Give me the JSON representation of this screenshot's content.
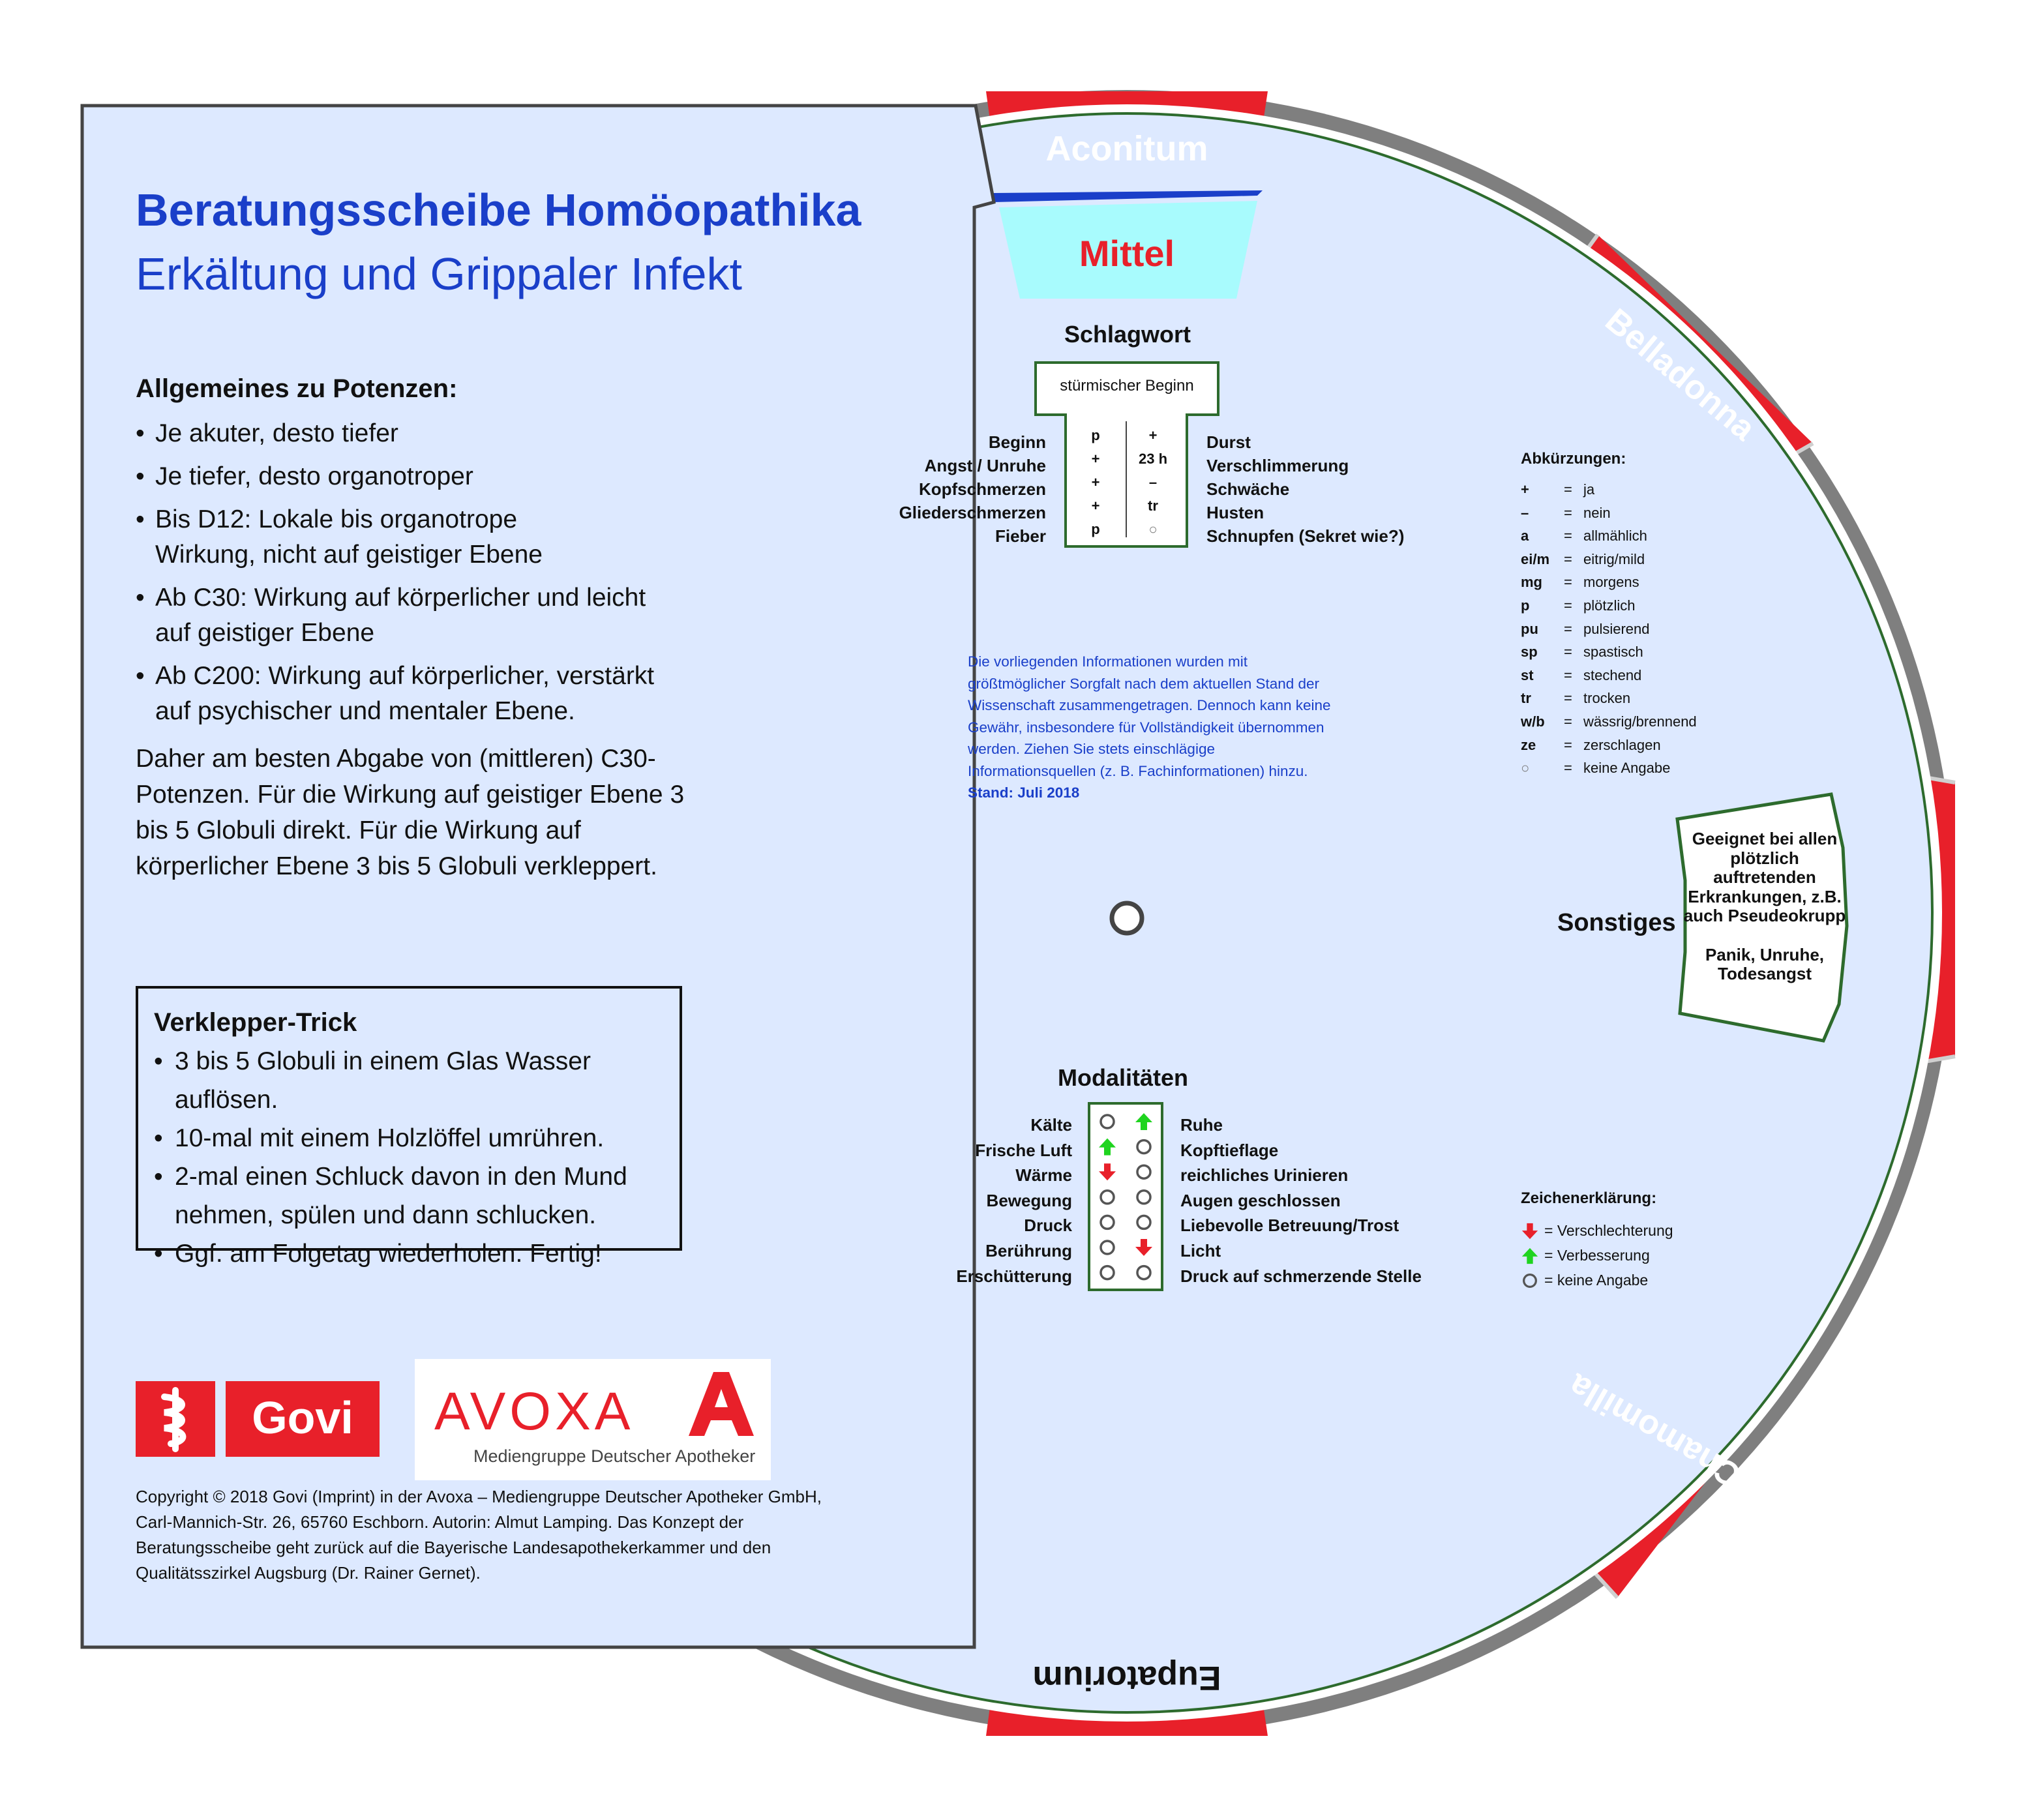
{
  "card": {
    "title": "Beratungsscheibe Homöopathika",
    "subtitle": "Erkältung und Grippaler Infekt",
    "potenzen_heading": "Allgemeines zu Potenzen:",
    "potenzen_items": [
      "Je akuter, desto tiefer",
      "Je tiefer, desto organotroper",
      "Bis D12: Lokale bis organotrope Wirkung, nicht auf geistiger Ebene",
      "Ab C30: Wirkung auf körperlicher und leicht auf geistiger Ebene",
      "Ab C200: Wirkung auf körperlicher, verstärkt auf psychischer und mentaler Ebene."
    ],
    "potenzen_footer": "Daher am besten Abgabe von (mittleren) C30-Potenzen. Für die Wirkung auf geistiger Ebene 3 bis 5 Globuli direkt. Für die Wirkung auf körperlicher Ebene 3 bis 5 Globuli verkleppert.",
    "trick_title": "Verklepper-Trick",
    "trick_items": [
      "3 bis 5 Globuli in einem Glas Wasser auflösen.",
      "10-mal mit einem Holzlöffel umrühren.",
      "2-mal einen Schluck davon in den Mund nehmen, spülen und dann schlucken.",
      "Ggf. am Folgetag wiederholen. Fertig!"
    ],
    "logo_govi": "Govi",
    "logo_avoxa": "AVOXA",
    "logo_avoxa_sub": "Mediengruppe Deutscher Apotheker",
    "copyright": "Copyright © 2018 Govi (Imprint) in der Avoxa – Mediengruppe Deutscher Apotheker GmbH, Carl-Mannich-Str. 26, 65760 Eschborn. Autorin: Almut Lamping. Das Konzept der Beratungsscheibe geht zurück auf die Bayerische Landesapothekerkammer und den Qualitätsszirkel Augsburg (Dr. Rainer Gernet)."
  },
  "wheel": {
    "segments": [
      "Aconitum",
      "Belladonna",
      "Chamomilla",
      "Eupatorium"
    ],
    "window_label": "Mittel",
    "schlagwort": {
      "heading": "Schlagwort",
      "keyword": "stürmischer Beginn",
      "left_labels": [
        "Beginn",
        "Angst / Unruhe",
        "Kopfschmerzen",
        "Gliederschmerzen",
        "Fieber"
      ],
      "left_values": [
        "p",
        "+",
        "+",
        "+",
        "p"
      ],
      "right_values": [
        "+",
        "23 h",
        "–",
        "tr",
        "○"
      ],
      "right_labels": [
        "Durst",
        "Verschlimmerung",
        "Schwäche",
        "Husten",
        "Schnupfen (Sekret wie?)"
      ]
    },
    "info_text": "Die vorliegenden Informationen wurden mit größtmöglicher Sorgfalt nach dem aktuellen Stand der Wissenschaft zusammengetragen. Dennoch kann keine Gewähr, insbesondere für Vollständigkeit übernommen werden. Ziehen Sie stets einschlägige Informationsquellen (z. B. Fachinformationen) hinzu.",
    "info_date": "Stand: Juli 2018",
    "abkuerzungen_title": "Abkürzungen:",
    "abkuerzungen": [
      {
        "k": "+",
        "v": "ja"
      },
      {
        "k": "–",
        "v": "nein"
      },
      {
        "k": "a",
        "v": "allmählich"
      },
      {
        "k": "ei/m",
        "v": "eitrig/mild"
      },
      {
        "k": "mg",
        "v": "morgens"
      },
      {
        "k": "p",
        "v": "plötzlich"
      },
      {
        "k": "pu",
        "v": "pulsierend"
      },
      {
        "k": "sp",
        "v": "spastisch"
      },
      {
        "k": "st",
        "v": "stechend"
      },
      {
        "k": "tr",
        "v": "trocken"
      },
      {
        "k": "w/b",
        "v": "wässrig/brennend"
      },
      {
        "k": "ze",
        "v": "zerschlagen"
      },
      {
        "k": "○",
        "v": "keine Angabe"
      }
    ],
    "abk_eq": "=",
    "sonstiges_label": "Sonstiges",
    "sonstiges_text_1": "Geeignet bei allen plötzlich auftretenden Erkrankungen, z.B. auch Pseudeokrupp",
    "sonstiges_text_2": "Panik, Unruhe, Todesangst",
    "modalitaeten": {
      "heading": "Modalitäten",
      "left_labels": [
        "Kälte",
        "Frische Luft",
        "Wärme",
        "Bewegung",
        "Druck",
        "Berührung",
        "Erschütterung"
      ],
      "left_marks": [
        "none",
        "better",
        "worse",
        "none",
        "none",
        "none",
        "none"
      ],
      "right_marks": [
        "better",
        "none",
        "none",
        "none",
        "none",
        "worse",
        "none"
      ],
      "right_labels": [
        "Ruhe",
        "Kopftieflage",
        "reichliches Urinieren",
        "Augen geschlossen",
        "Liebevolle Betreuung/Trost",
        "Licht",
        "Druck auf schmerzende Stelle"
      ]
    },
    "zeichen_title": "Zeichenerklärung:",
    "zeichen": [
      {
        "mark": "worse",
        "v": "= Verschlechterung"
      },
      {
        "mark": "better",
        "v": "= Verbesserung"
      },
      {
        "mark": "none",
        "v": "= keine Angabe"
      }
    ]
  },
  "colors": {
    "red": "#e8202a",
    "gray": "#7f7f7f",
    "card_bg": "#dde9ff",
    "title_blue": "#1a3fc9",
    "window_cyan": "#a8fbfd",
    "green": "#1fd41f"
  }
}
